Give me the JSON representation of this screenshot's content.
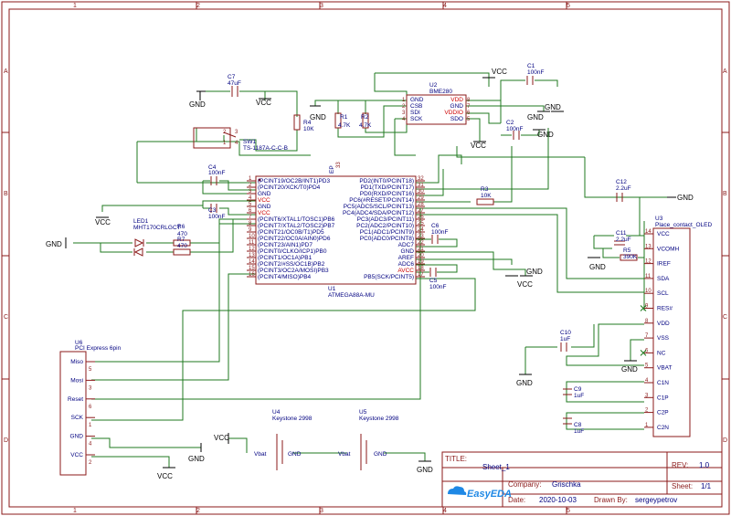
{
  "grid": {
    "cols": [
      "1",
      "2",
      "3",
      "4",
      "5"
    ],
    "rows": [
      "A",
      "B",
      "C",
      "D"
    ]
  },
  "title_block": {
    "title_label": "TITLE:",
    "title": "Sheet_1",
    "rev_label": "REV:",
    "rev": "1.0",
    "company_label": "Company:",
    "company": "Grischka",
    "sheet_label": "Sheet:",
    "sheet": "1/1",
    "date_label": "Date:",
    "date": "2020-10-03",
    "drawn_label": "Drawn By:",
    "drawn_by": "sergeypetrov",
    "logo_text": "EasyEDA"
  },
  "nets": {
    "gnd": "GND",
    "vcc": "VCC"
  },
  "parts": {
    "c7": {
      "ref": "C7",
      "value": "47uF"
    },
    "r4": {
      "ref": "R4",
      "value": "10K"
    },
    "sw1": {
      "ref": "SW1",
      "value": "TS-1187A-C-C-B"
    },
    "c4": {
      "ref": "C4",
      "value": "100nF"
    },
    "c3": {
      "ref": "C3",
      "value": "100nF"
    },
    "led1": {
      "ref": "LED1",
      "value": "MHT170CRLGCT"
    },
    "r6": {
      "ref": "R6",
      "value": "470"
    },
    "r7": {
      "ref": "R7",
      "value": "470"
    },
    "r1": {
      "ref": "R1",
      "value": "4.7K"
    },
    "r2": {
      "ref": "R2",
      "value": "4.7K"
    },
    "u2": {
      "ref": "U2",
      "value": "BME280"
    },
    "c1": {
      "ref": "C1",
      "value": "100nF"
    },
    "c2": {
      "ref": "C2",
      "value": "100nF"
    },
    "r3": {
      "ref": "R3",
      "value": "10K"
    },
    "c6": {
      "ref": "C6",
      "value": "100nF"
    },
    "c5": {
      "ref": "C5",
      "value": "100nF"
    },
    "u1": {
      "ref": "U1",
      "value": "ATMEGA88A-MU"
    },
    "c12": {
      "ref": "C12",
      "value": "2.2uF"
    },
    "c11": {
      "ref": "C11",
      "value": "2.2uF"
    },
    "r5": {
      "ref": "R5",
      "value": "390K"
    },
    "u3": {
      "ref": "U3",
      "value": "Place_contact_OLED"
    },
    "c10": {
      "ref": "C10",
      "value": "1uF"
    },
    "c9": {
      "ref": "C9",
      "value": "1uF"
    },
    "c8": {
      "ref": "C8",
      "value": "1uF"
    },
    "u6": {
      "ref": "U6",
      "value": "PCI Express 6pin"
    },
    "u4": {
      "ref": "U4",
      "value": "Keystone 2998"
    },
    "u5": {
      "ref": "U5",
      "value": "Keystone 2998"
    }
  },
  "u2_pins": {
    "left": [
      {
        "num": "1",
        "name": "GND"
      },
      {
        "num": "2",
        "name": "CSB"
      },
      {
        "num": "3",
        "name": "SDI"
      },
      {
        "num": "4",
        "name": "SCK"
      }
    ],
    "right": [
      {
        "num": "8",
        "name": "VDD"
      },
      {
        "num": "7",
        "name": "GND"
      },
      {
        "num": "6",
        "name": "VDDIO"
      },
      {
        "num": "5",
        "name": "SDO"
      }
    ]
  },
  "u1_pins": {
    "left": [
      {
        "num": "1",
        "name": "(PCINT19/OC2B/INT1)PD3"
      },
      {
        "num": "2",
        "name": "(PCINT20/XCK/T0)PD4"
      },
      {
        "num": "3",
        "name": "GND"
      },
      {
        "num": "4",
        "name": "VCC"
      },
      {
        "num": "5",
        "name": "GND"
      },
      {
        "num": "6",
        "name": "VCC"
      },
      {
        "num": "7",
        "name": "(PCINT6/XTAL1/TOSC1)PB6"
      },
      {
        "num": "8",
        "name": "(PCINT7/XTAL2/TOSC2)PB7"
      },
      {
        "num": "9",
        "name": "(PCINT21/OC0B/T1)PD5"
      },
      {
        "num": "10",
        "name": "(PCINT22/OC0A/AIN0)PD6"
      },
      {
        "num": "11",
        "name": "(PCINT23/AIN1)PD7"
      },
      {
        "num": "12",
        "name": "(PCINT0/CLKO/ICP1)PB0"
      },
      {
        "num": "13",
        "name": "(PCINT1/OC1A)PB1"
      },
      {
        "num": "14",
        "name": "(PCINT2/#SS/OC1B)PB2"
      },
      {
        "num": "15",
        "name": "(PCINT3/OC2A/MOSI)PB3"
      },
      {
        "num": "16",
        "name": "(PCINT4/MISO)PB4"
      }
    ],
    "right": [
      {
        "num": "32",
        "name": "PD2(INT0/PCINT18)"
      },
      {
        "num": "31",
        "name": "PD1(TXD/PCINT17)"
      },
      {
        "num": "30",
        "name": "PD0(RXD/PCINT16)"
      },
      {
        "num": "29",
        "name": "PC6(#RESET/PCINT14)"
      },
      {
        "num": "28",
        "name": "PC5(ADC5/SCL/PCINT13)"
      },
      {
        "num": "27",
        "name": "PC4(ADC4/SDA/PCINT12)"
      },
      {
        "num": "26",
        "name": "PC3(ADC3/PCINT11)"
      },
      {
        "num": "25",
        "name": "PC2(ADC2/PCINT10)"
      },
      {
        "num": "24",
        "name": "PC1(ADC1/PCINT9)"
      },
      {
        "num": "23",
        "name": "PC0(ADC0/PCINT8)"
      },
      {
        "num": "22",
        "name": "ADC7"
      },
      {
        "num": "21",
        "name": "GND"
      },
      {
        "num": "20",
        "name": "AREF"
      },
      {
        "num": "19",
        "name": "ADC6"
      },
      {
        "num": "18",
        "name": "AVCC"
      },
      {
        "num": "17",
        "name": "PB5(SCK/PCINT5)"
      }
    ],
    "top_pin": {
      "num": "33",
      "name": "EP"
    }
  },
  "u3_pins": [
    {
      "num": "14",
      "name": "VCC"
    },
    {
      "num": "13",
      "name": "VCOMH"
    },
    {
      "num": "12",
      "name": "IREF"
    },
    {
      "num": "11",
      "name": "SDA"
    },
    {
      "num": "10",
      "name": "SCL"
    },
    {
      "num": "9",
      "name": "RES#"
    },
    {
      "num": "8",
      "name": "VDD"
    },
    {
      "num": "7",
      "name": "VSS"
    },
    {
      "num": "6",
      "name": "NC"
    },
    {
      "num": "5",
      "name": "VBAT"
    },
    {
      "num": "4",
      "name": "C1N"
    },
    {
      "num": "3",
      "name": "C1P"
    },
    {
      "num": "2",
      "name": "C2P"
    },
    {
      "num": "1",
      "name": "C2N"
    }
  ],
  "u6_pins": [
    {
      "num": "5",
      "name": "Miso"
    },
    {
      "num": "3",
      "name": "Mosi"
    },
    {
      "num": "6",
      "name": "Reset"
    },
    {
      "num": "1",
      "name": "SCK"
    },
    {
      "num": "4",
      "name": "GND"
    },
    {
      "num": "2",
      "name": "VCC"
    }
  ],
  "battery": {
    "vbat": "Vbat",
    "gnd": "GND"
  }
}
